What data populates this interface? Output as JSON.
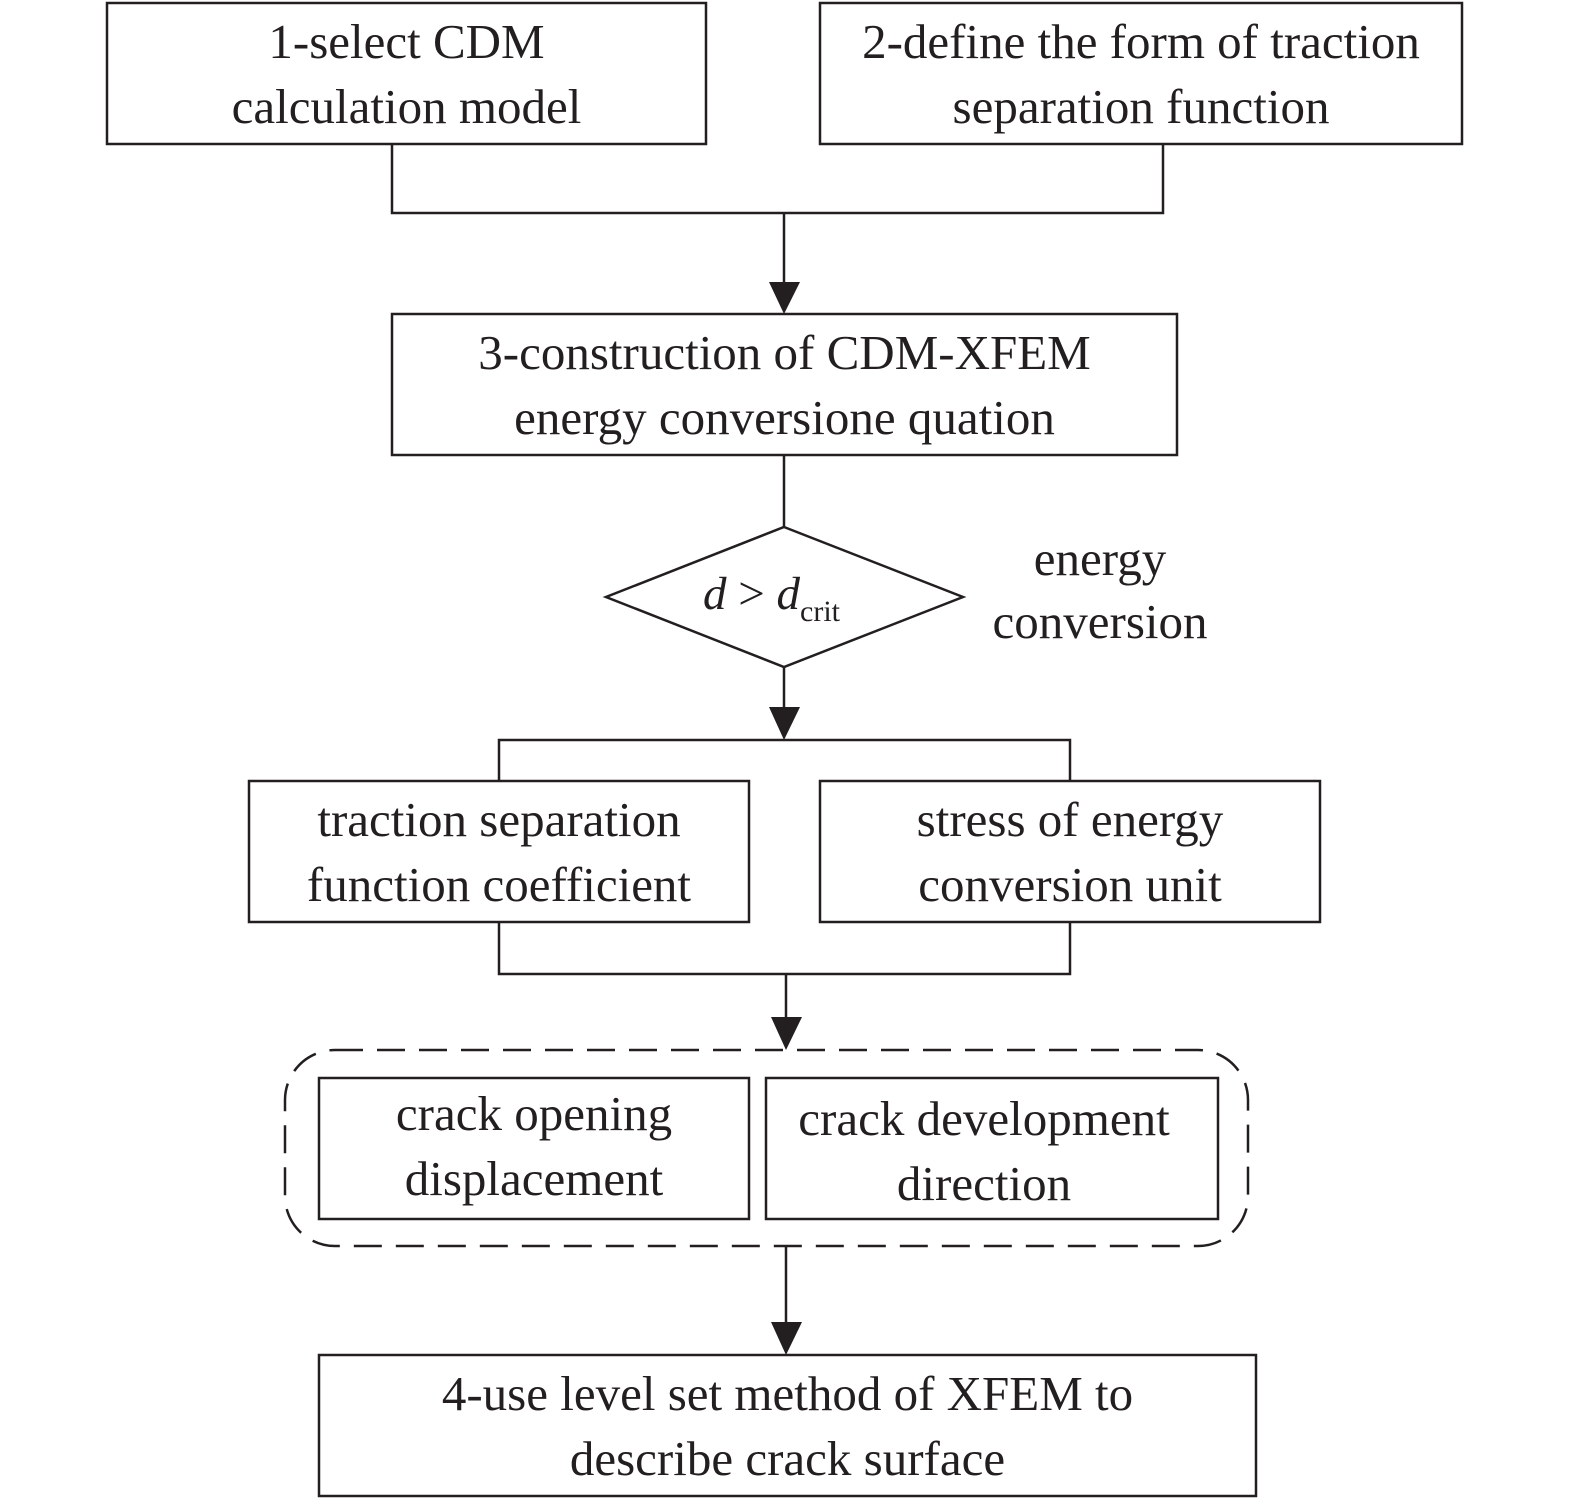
{
  "diagram": {
    "step1": {
      "line1": "1-select CDM",
      "line2": "calculation model"
    },
    "step2": {
      "line1": "2-define the form of traction",
      "line2": "separation function"
    },
    "step3": {
      "line1": "3-construction of CDM-XFEM",
      "line2": "energy conversione quation"
    },
    "decision": {
      "var": "d",
      "op": " > ",
      "var2": "d",
      "sub": "crit"
    },
    "decision_side_label": {
      "line1": "energy",
      "line2": "conversion"
    },
    "traction_coeff": {
      "line1": "traction separation",
      "line2": "function coefficient"
    },
    "stress_unit": {
      "line1": "stress of energy",
      "line2": "conversion unit"
    },
    "crack_opening": {
      "line1": "crack opening",
      "line2": "displacement"
    },
    "crack_direction": {
      "line1": "crack development",
      "line2": "direction"
    },
    "step4": {
      "line1": "4-use level set method of XFEM to",
      "line2": "describe crack surface"
    },
    "colors": {
      "stroke": "#231f20",
      "text": "#231f20",
      "background": "#ffffff"
    }
  }
}
